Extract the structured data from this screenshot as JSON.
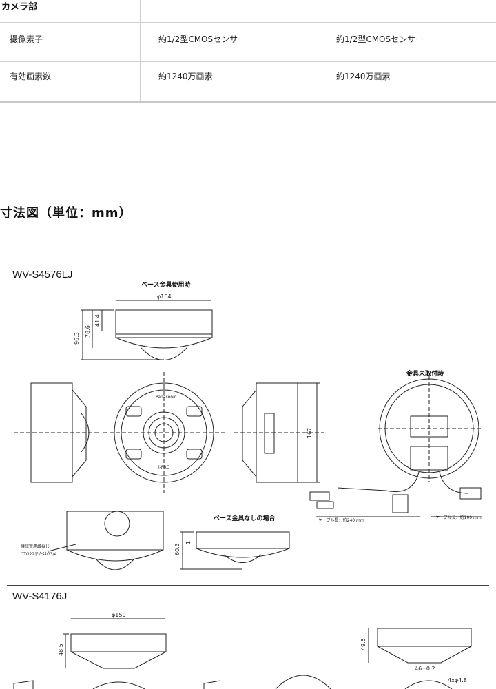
{
  "spec_table": {
    "section_label": "カメラ部",
    "rows": [
      {
        "label": "撮像素子",
        "col1": "約1/2型CMOSセンサー",
        "col2": "約1/2型CMOSセンサー"
      },
      {
        "label": "有効画素数",
        "col1": "約1240万画素",
        "col2": "約1240万画素"
      }
    ]
  },
  "dimensions": {
    "title": "寸法図（単位：mm）",
    "models": [
      {
        "name": "WV-S4576LJ",
        "labels": {
          "with_base": "ベース金具使用時",
          "without_bracket": "金具未取付時",
          "without_base": "ベース金具なしの場合",
          "conduit": "接続管用雌ねじ",
          "conduit_spec": "CTG22またはG3/4",
          "cable_a": "ケーブル長：約240 mm",
          "cable_b": "ケーブル長：約100 mm",
          "brand": "Panasonic",
          "logo": "i-PRO"
        },
        "dims": {
          "d1": "φ164",
          "h1": "96.3",
          "h2": "78.6",
          "h3": "41.4",
          "h4": "167",
          "h5": "60.3",
          "h6": "1"
        }
      },
      {
        "name": "WV-S4176J",
        "dims": {
          "d1": "φ150",
          "h1": "48.5",
          "h2": "49.5",
          "w1": "46±0.2",
          "hole": "4xφ4.8"
        }
      }
    ]
  }
}
